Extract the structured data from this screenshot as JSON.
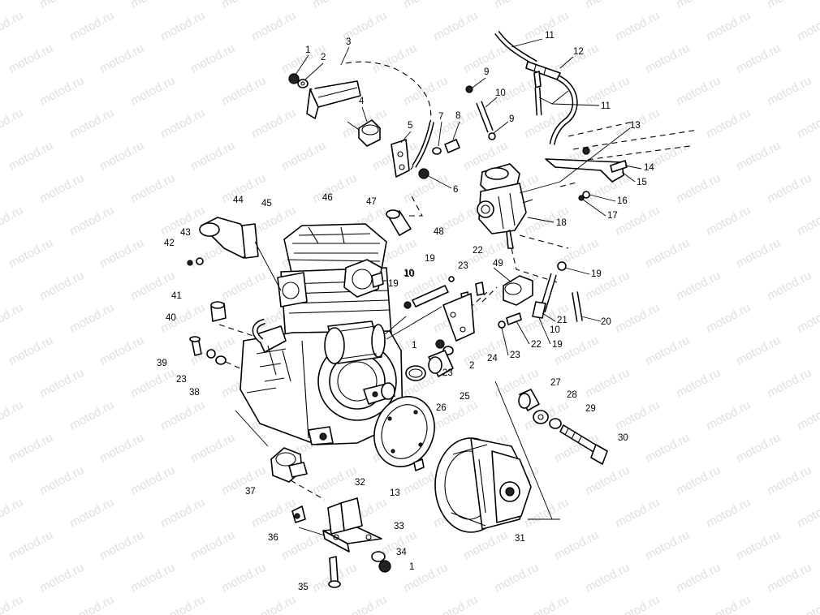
{
  "watermark": {
    "text": "motod.ru",
    "color": "#9a9a9a"
  },
  "diagram": {
    "type": "exploded-parts-view",
    "line_color": "#000000",
    "background": "#ffffff",
    "callouts": [
      "1",
      "2",
      "3",
      "4",
      "5",
      "6",
      "7",
      "8",
      "9",
      "9",
      "10",
      "11",
      "11",
      "12",
      "13",
      "14",
      "15",
      "16",
      "17",
      "18",
      "19",
      "19",
      "19",
      "19",
      "20",
      "21",
      "22",
      "22",
      "23",
      "23",
      "23",
      "10",
      "10",
      "24",
      "25",
      "26",
      "27",
      "28",
      "29",
      "30",
      "31",
      "32",
      "13",
      "33",
      "34",
      "1",
      "35",
      "36",
      "37",
      "38",
      "39",
      "40",
      "41",
      "42",
      "43",
      "44",
      "45",
      "46",
      "47",
      "48",
      "49",
      "1",
      "2",
      "23",
      "10"
    ]
  }
}
